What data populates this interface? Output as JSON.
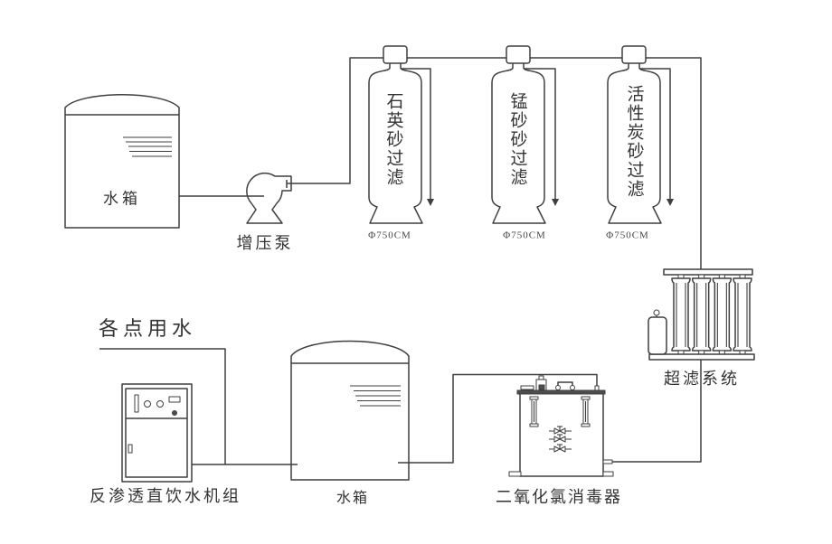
{
  "diagram": {
    "kind": "water treatment process flow",
    "colors": {
      "line": "#3f3f3f",
      "text": "#333333",
      "background": "#ffffff"
    },
    "raw_water_tank": {
      "label": "水箱"
    },
    "booster_pump": {
      "label": "增压泵"
    },
    "filters": [
      {
        "label": "石英砂过滤",
        "spec": "Φ750CM"
      },
      {
        "label": "锰砂砂过滤",
        "spec": "Φ750CM"
      },
      {
        "label": "活性炭砂过滤",
        "spec": "Φ750CM"
      }
    ],
    "ultrafiltration_system": {
      "label": "超滤系统",
      "membrane_count": 4
    },
    "chlorine_dioxide_disinfector": {
      "label": "二氧化氯消毒器"
    },
    "clean_water_tank": {
      "label": "水箱"
    },
    "ro_unit": {
      "label": "反渗透直饮水机组"
    },
    "distribution": {
      "label": "各点用水"
    },
    "process_flow": [
      "raw_water_tank",
      "booster_pump",
      "filters.0",
      "filters.1",
      "filters.2",
      "ultrafiltration_system",
      "chlorine_dioxide_disinfector",
      "clean_water_tank",
      "ro_unit",
      "distribution"
    ]
  }
}
